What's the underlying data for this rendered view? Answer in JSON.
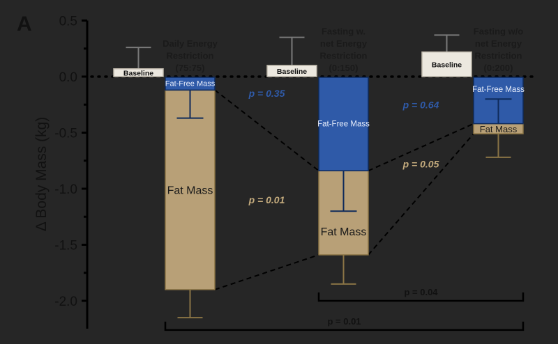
{
  "chart_data": {
    "type": "bar",
    "panel_label": "A",
    "ylabel": "Δ Body Mass (kg)",
    "ylim": [
      -2.2,
      0.5
    ],
    "yticks": [
      0.5,
      0.0,
      -0.5,
      -1.0,
      -1.5,
      -2.0
    ],
    "ytick_labels": [
      "0.5",
      "0.0",
      "-0.5",
      "-1.0",
      "-1.5",
      "-2.0"
    ],
    "colors": {
      "fat_free": "#2f5aa8",
      "fat": "#b8a077",
      "baseline": "#ece8df",
      "text": "#1a1a1a"
    },
    "groups": [
      {
        "title": [
          "Daily Energy",
          "Restriction",
          "(75:75)"
        ],
        "baseline": {
          "label": "Baseline",
          "value": 0.07,
          "err": 0.26
        },
        "fat_free": {
          "label": "Fat-Free Mass",
          "value": -0.12,
          "err": -0.37
        },
        "fat": {
          "label": "Fat Mass",
          "value": -1.9,
          "err": -2.15
        }
      },
      {
        "title": [
          "Fasting w.",
          "net Energy",
          "Restriction",
          "(0:150)"
        ],
        "baseline": {
          "label": "Baseline",
          "value": 0.1,
          "err": 0.35
        },
        "fat_free": {
          "label": "Fat-Free Mass",
          "value": -0.84,
          "err": -1.2
        },
        "fat": {
          "label": "Fat Mass",
          "value": -1.59,
          "err": -1.85
        }
      },
      {
        "title": [
          "Fasting w/o",
          "net Energy",
          "Restriction",
          "(0:200)"
        ],
        "baseline": {
          "label": "Baseline",
          "value": 0.22,
          "err": 0.37
        },
        "fat_free": {
          "label": "Fat-Free Mass",
          "value": -0.42,
          "err": -0.2
        },
        "fat": {
          "label": "Fat Mass",
          "value": -0.51,
          "err": -0.72
        }
      }
    ],
    "annotations": [
      {
        "text": "p = 0.35",
        "color": "blue",
        "between": [
          0,
          1
        ],
        "level": -0.15
      },
      {
        "text": "p = 0.01",
        "color": "tan",
        "between": [
          0,
          1
        ],
        "level": -1.1
      },
      {
        "text": "p = 0.64",
        "color": "blue",
        "between": [
          1,
          2
        ],
        "level": -0.25
      },
      {
        "text": "p = 0.05",
        "color": "tan",
        "between": [
          1,
          2
        ],
        "level": -0.78
      }
    ],
    "brackets": [
      {
        "text": "p = 0.04",
        "from": 1,
        "to": 2,
        "level": -2.0
      },
      {
        "text": "p = 0.01",
        "from": 0,
        "to": 2,
        "level": -2.26
      }
    ]
  }
}
